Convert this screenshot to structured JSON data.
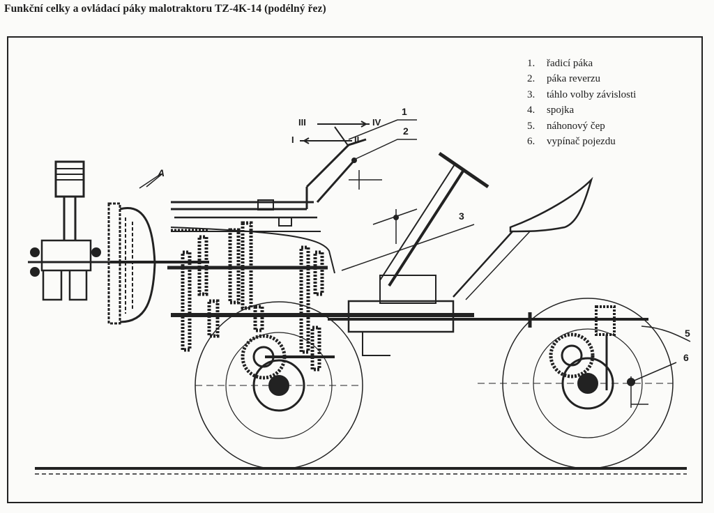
{
  "title": "Funkční celky a ovládací páky malotraktoru TZ-4K-14 (podélný řez)",
  "legend": [
    {
      "num": "1.",
      "label": "řadicí páka"
    },
    {
      "num": "2.",
      "label": "páka reverzu"
    },
    {
      "num": "3.",
      "label": "táhlo volby závislosti"
    },
    {
      "num": "4.",
      "label": "spojka"
    },
    {
      "num": "5.",
      "label": "náhonový čep"
    },
    {
      "num": "6.",
      "label": "vypínač pojezdu"
    }
  ],
  "callouts": {
    "c1": "1",
    "c2": "2",
    "c3": "3",
    "c4": "A",
    "c5": "5",
    "c6": "6"
  },
  "gears": {
    "g1": "III",
    "g2": "IV",
    "g3": "I",
    "g4": "II"
  }
}
